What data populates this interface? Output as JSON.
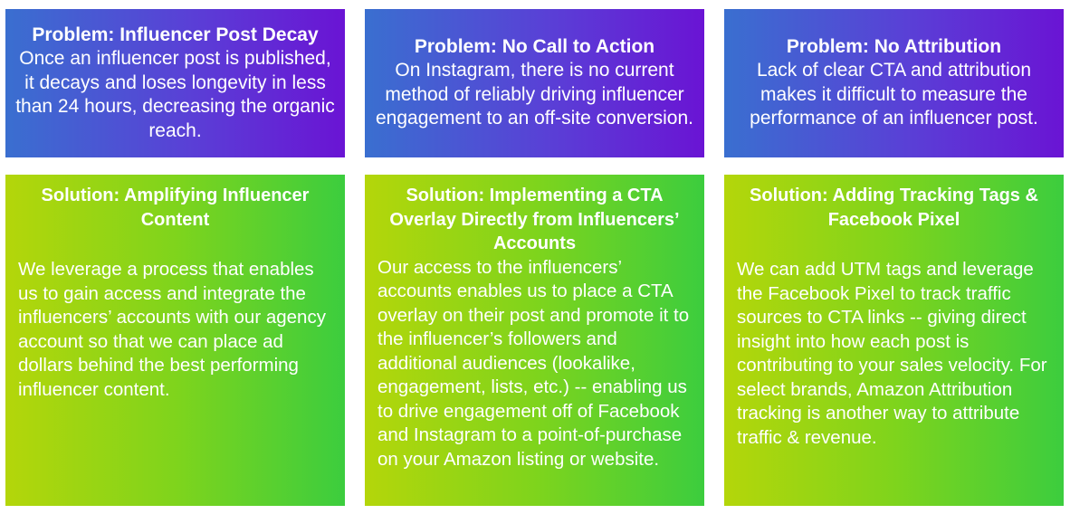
{
  "colors": {
    "problem_gradient_start": "#3a6fd0",
    "problem_gradient_end": "#6a14d4",
    "solution_gradient_start": "#b4d60a",
    "solution_gradient_end": "#3ccd3e",
    "text": "#ffffff"
  },
  "problems": [
    {
      "title": "Problem: Influencer Post Decay",
      "body": "Once an influencer post is published, it decays and loses longevity in less than 24 hours, decreasing the organic reach."
    },
    {
      "title": "Problem: No Call to Action",
      "body": "On Instagram, there is no current method of reliably driving influencer engagement to an off-site conversion."
    },
    {
      "title": "Problem: No Attribution",
      "body": "Lack of clear CTA and attribution makes it difficult to measure the performance of an influencer post."
    }
  ],
  "solutions": [
    {
      "title": "Solution: Amplifying Influencer Content",
      "body": "We leverage a process that enables us to gain access and integrate the influencers’ accounts with our agency account so that we can place ad dollars behind the best performing influencer content."
    },
    {
      "title": "Solution: Implementing a CTA Overlay Directly from Influencers’ Accounts",
      "body": "Our access to the influencers’ accounts enables us to place a CTA overlay on their post and promote it to the influencer’s followers and additional audiences (lookalike, engagement, lists, etc.) -- enabling us to drive engagement off of Facebook and Instagram to a point-of-purchase on your Amazon listing or website."
    },
    {
      "title": "Solution: Adding Tracking Tags & Facebook Pixel",
      "body": "We can add UTM tags and leverage the Facebook Pixel to track traffic sources to CTA links -- giving direct insight into how each post is contributing to your sales velocity. For select brands, Amazon Attribution tracking is another way to attribute traffic & revenue."
    }
  ]
}
